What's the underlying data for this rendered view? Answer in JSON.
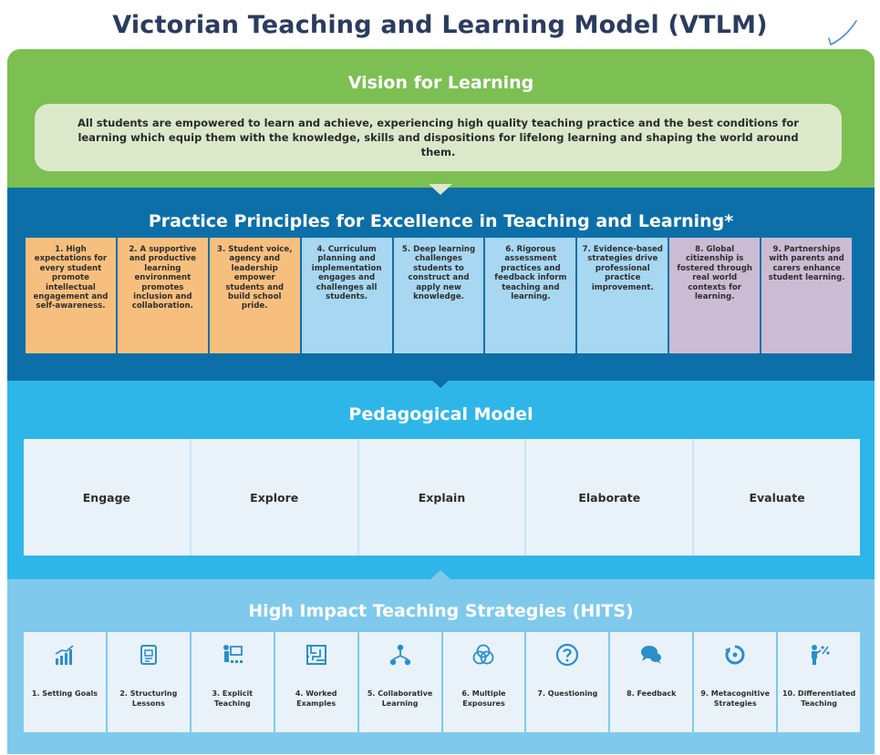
{
  "title": "Victorian Teaching and Learning Model (VTLM)",
  "colors": {
    "title": "#2b3c5e",
    "vision_band": "#7cbf52",
    "principles_band": "#0d6fa8",
    "pedagogy_band": "#2fb6e8",
    "hits_band": "#7fcaec",
    "orange": "#f7bf7e",
    "light_blue": "#a7d7f1",
    "purple": "#cbbcd3",
    "icon": "#2a8fca"
  },
  "vision": {
    "heading": "Vision for Learning",
    "statement": "All students are empowered to learn and achieve, experiencing high quality teaching practice and the best conditions for learning which equip them with the knowledge, skills and dispositions for lifelong learning and shaping the world around them."
  },
  "principles": {
    "heading": "Practice Principles for Excellence in Teaching and Learning*",
    "items": [
      {
        "text": "1. High expectations for every student promote intellectual engagement and self-awareness.",
        "color": "orange"
      },
      {
        "text": "2. A supportive and productive learning environment promotes inclusion and collaboration.",
        "color": "orange"
      },
      {
        "text": "3. Student voice, agency and leadership empower students and build school pride.",
        "color": "orange"
      },
      {
        "text": "4. Curriculum planning and implementation engages and challenges all students.",
        "color": "blue"
      },
      {
        "text": "5. Deep learning challenges students to construct and apply new knowledge.",
        "color": "blue"
      },
      {
        "text": "6. Rigorous assessment practices and feedback inform teaching and learning.",
        "color": "blue"
      },
      {
        "text": "7. Evidence-based strategies drive professional practice improvement.",
        "color": "blue"
      },
      {
        "text": "8. Global citizenship is fostered through real world contexts for learning.",
        "color": "purple"
      },
      {
        "text": "9. Partnerships with parents and carers enhance student learning.",
        "color": "purple"
      }
    ]
  },
  "pedagogy": {
    "heading": "Pedagogical Model",
    "phases": [
      "Engage",
      "Explore",
      "Explain",
      "Elaborate",
      "Evaluate"
    ]
  },
  "hits": {
    "heading": "High Impact Teaching Strategies (HITS)",
    "items": [
      {
        "label": "1. Setting Goals",
        "icon": "bar-chart-icon"
      },
      {
        "label": "2. Structuring Lessons",
        "icon": "lesson-plan-icon"
      },
      {
        "label": "3. Explicit Teaching",
        "icon": "teacher-board-icon"
      },
      {
        "label": "4. Worked Examples",
        "icon": "maze-icon"
      },
      {
        "label": "5. Collaborative Learning",
        "icon": "network-icon"
      },
      {
        "label": "6. Multiple Exposures",
        "icon": "venn-icon"
      },
      {
        "label": "7. Questioning",
        "icon": "question-icon"
      },
      {
        "label": "8. Feedback",
        "icon": "speech-bubbles-icon"
      },
      {
        "label": "9. Metacognitive Strategies",
        "icon": "cycle-icon"
      },
      {
        "label": "10. Differentiated Teaching",
        "icon": "person-percent-icon"
      }
    ]
  }
}
